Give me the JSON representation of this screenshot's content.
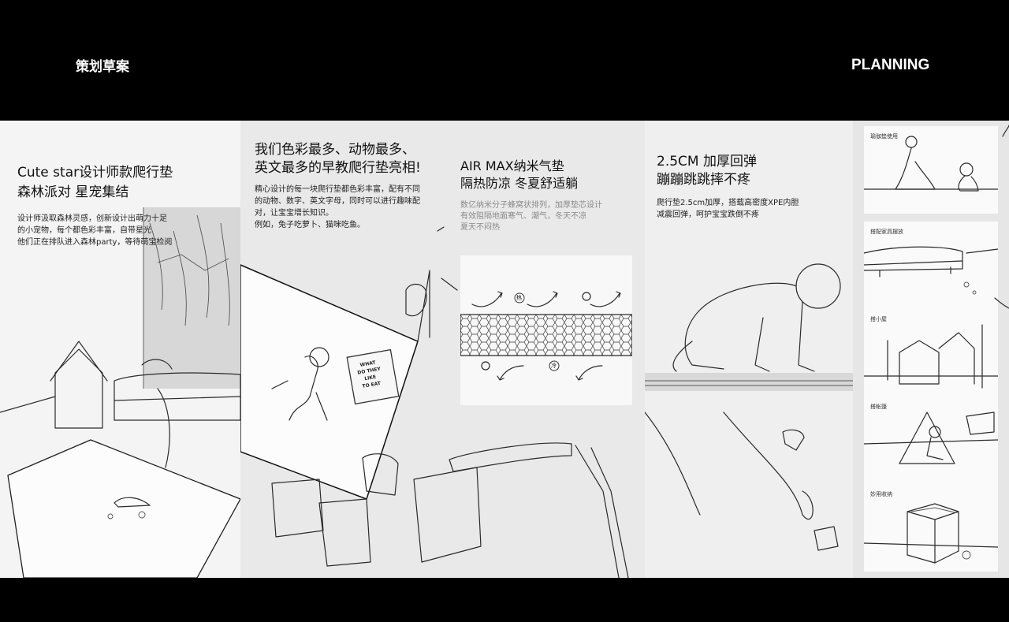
{
  "header": {
    "title_cn": "策划草案",
    "title_en": "PLANNING"
  },
  "panel1": {
    "heading": [
      "Cute star设计师款爬行垫",
      "森林派对 星宠集结"
    ],
    "body": [
      "设计师汲取森林灵感，创新设计出萌力十足",
      "的小宠物，每个都色彩丰富，自带星光",
      "他们正在排队进入森林party，等待萌宝检阅"
    ]
  },
  "panel2": {
    "heading": [
      "我们色彩最多、动物最多、",
      "英文最多的早教爬行垫亮相!"
    ],
    "body": [
      "精心设计的每一块爬行垫都色彩丰富，配有不同",
      "的动物、数字、英文字母，同时可以进行趣味配",
      "对，让宝宝增长知识。",
      "例如，兔子吃萝卜、猫咪吃鱼。"
    ],
    "airmax_heading": [
      "AIR MAX纳米气垫",
      "隔热防凉 冬夏舒适躺"
    ],
    "airmax_body": [
      "数亿纳米分子蜂窝状排列，加厚垫芯设计",
      "有效阻隔地面寒气、潮气，冬天不凉",
      "夏天不闷热"
    ],
    "diagram": {
      "hot_label": "热",
      "cold_label": "冷"
    },
    "sign_text": [
      "WHAT",
      "DO THEY",
      "LIKE",
      "TO EAT"
    ]
  },
  "panel3": {
    "heading": [
      "2.5CM 加厚回弹",
      "蹦蹦跳跳摔不疼"
    ],
    "body": [
      "爬行垫2.5cm加厚，搭载高密度XPE内胆",
      "减震回弹，呵护宝宝跌倒不疼"
    ]
  },
  "panel4": {
    "thumbs": [
      {
        "label": "瑜伽垫使用"
      },
      {
        "label": "搭配家具摆放"
      },
      {
        "label": "搭小屋"
      },
      {
        "label": "搭帐篷"
      },
      {
        "label": "妙用收纳"
      }
    ]
  }
}
